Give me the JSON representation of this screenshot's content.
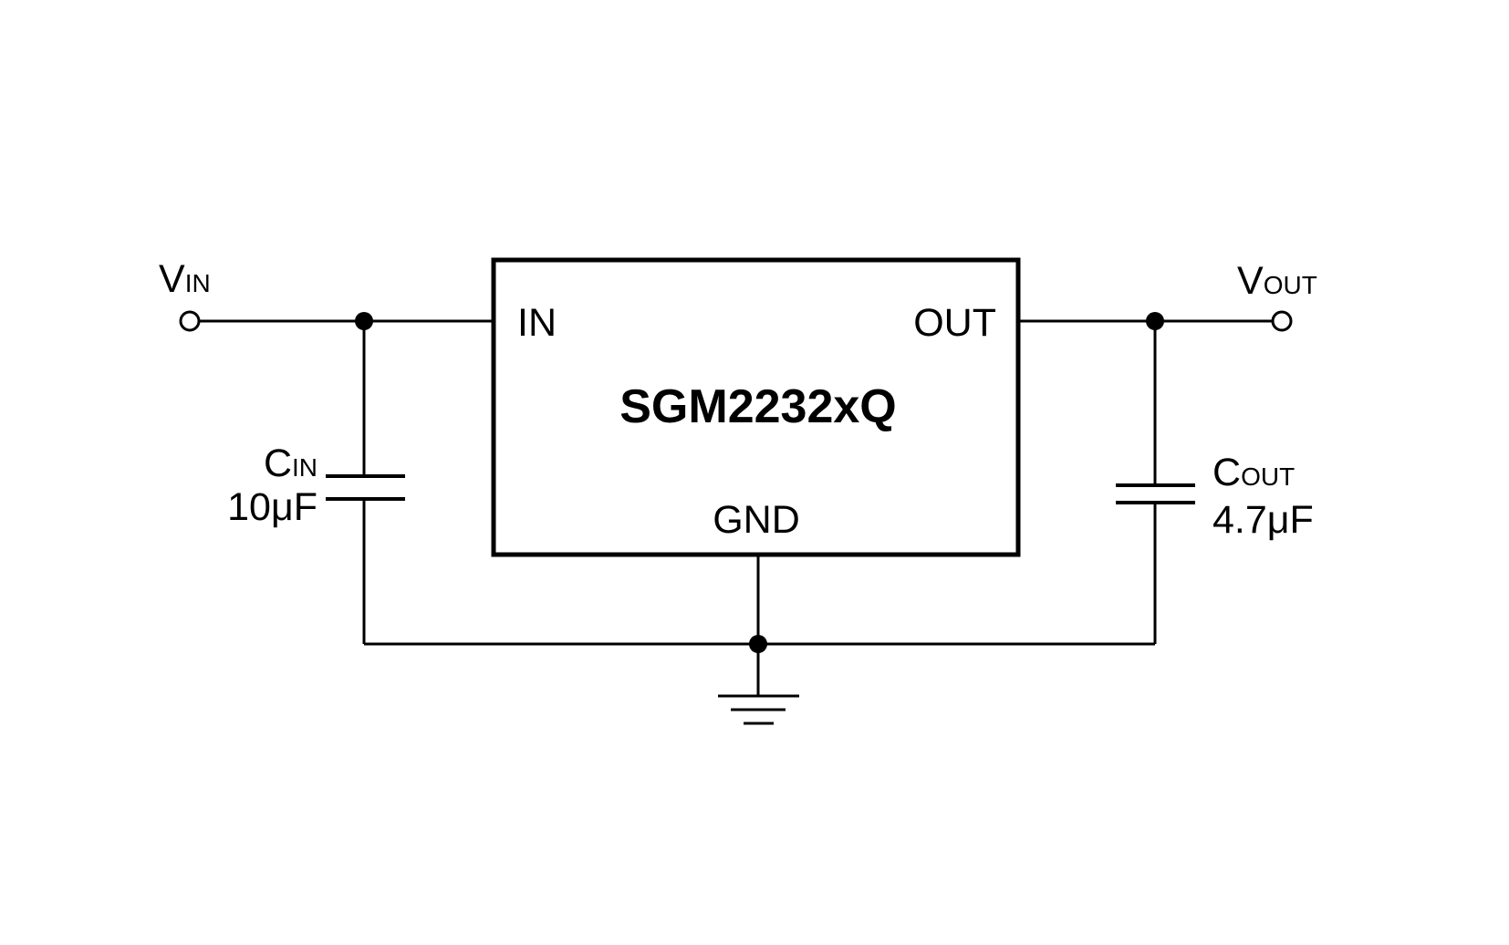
{
  "title": "",
  "ic": {
    "part_number": "SGM2232xQ",
    "pin_in": "IN",
    "pin_out": "OUT",
    "pin_gnd": "GND"
  },
  "input": {
    "label_main": "V",
    "label_sub": "IN"
  },
  "output": {
    "label_main": "V",
    "label_sub": "OUT"
  },
  "c_in": {
    "label_main": "C",
    "label_sub": "IN",
    "value": "10μF"
  },
  "c_out": {
    "label_main": "C",
    "label_sub": "OUT",
    "value": "4.7μF"
  },
  "colors": {
    "stroke": "#000000",
    "background": "#ffffff"
  },
  "icons": [
    "ground-symbol-icon",
    "capacitor-icon",
    "terminal-icon",
    "junction-dot-icon"
  ]
}
